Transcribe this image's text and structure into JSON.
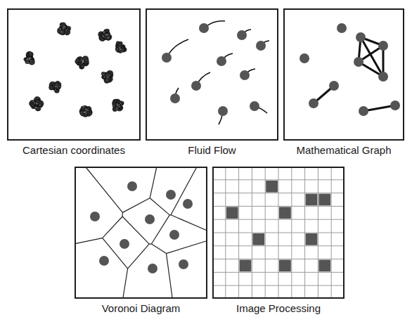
{
  "diagram": {
    "nodes": [
      {
        "text": [
          "Cartesian coordinates"
        ]
      },
      {
        "text": [
          "Fluid Flow"
        ]
      },
      {
        "text": [
          "Mathematical Graph"
        ]
      },
      {
        "text": [
          "Voronoi Diagram"
        ]
      },
      {
        "text": [
          "Image Processing"
        ]
      }
    ]
  }
}
